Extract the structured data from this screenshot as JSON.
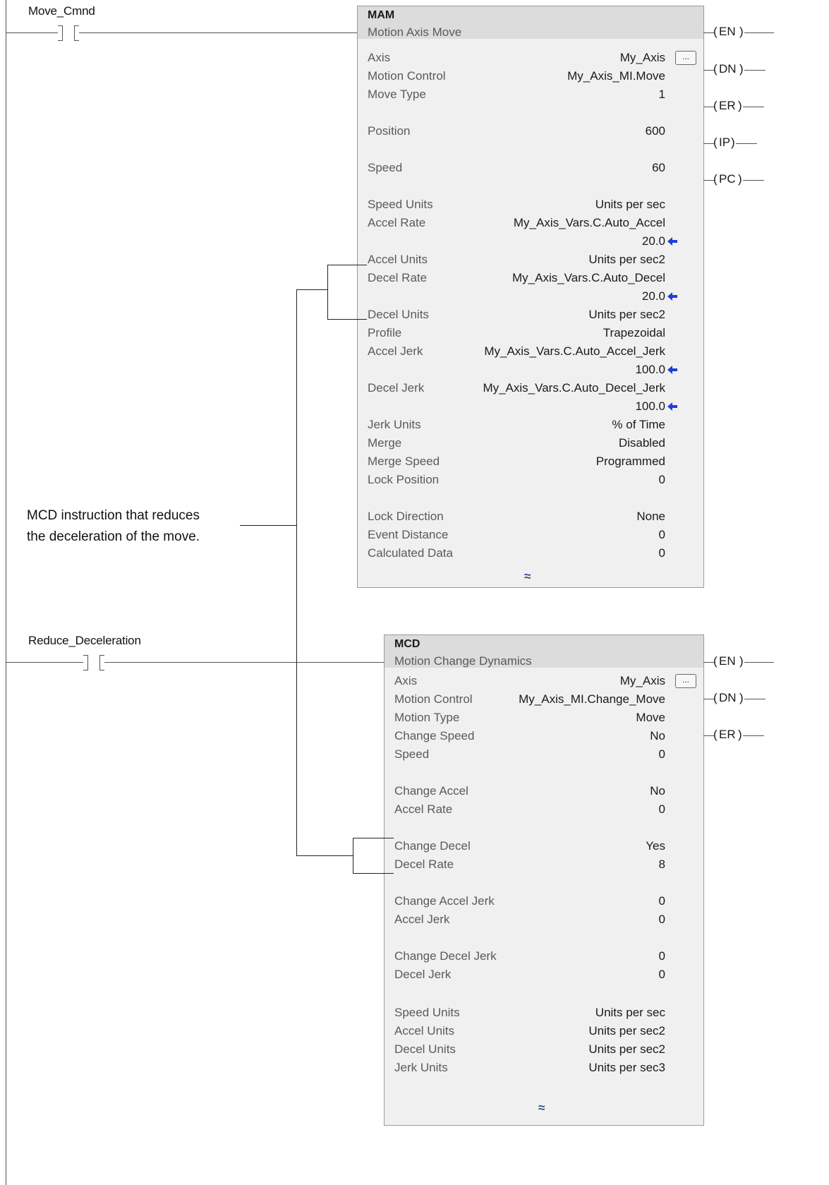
{
  "rungs": [
    {
      "contact_tag": "Move_Cmnd",
      "instruction": {
        "name": "MAM",
        "description": "Motion Axis Move",
        "params": [
          {
            "label": "Axis",
            "value": "My_Axis"
          },
          {
            "label": "Motion Control",
            "value": "My_Axis_MI.Move"
          },
          {
            "label": "Move Type",
            "value": "1"
          },
          {
            "label": "Position",
            "value": "600"
          },
          {
            "label": "Speed",
            "value": "60"
          },
          {
            "label": "Speed Units",
            "value": "Units per sec"
          },
          {
            "label": "Accel Rate",
            "value": "My_Axis_Vars.C.Auto_Accel",
            "sub_value": "20.0"
          },
          {
            "label": "Accel Units",
            "value": "Units per sec2"
          },
          {
            "label": "Decel Rate",
            "value": "My_Axis_Vars.C.Auto_Decel",
            "sub_value": "20.0"
          },
          {
            "label": "Decel Units",
            "value": "Units per sec2"
          },
          {
            "label": "Profile",
            "value": "Trapezoidal"
          },
          {
            "label": "Accel Jerk",
            "value": "My_Axis_Vars.C.Auto_Accel_Jerk",
            "sub_value": "100.0"
          },
          {
            "label": "Decel Jerk",
            "value": "My_Axis_Vars.C.Auto_Decel_Jerk",
            "sub_value": "100.0"
          },
          {
            "label": "Jerk Units",
            "value": "% of Time"
          },
          {
            "label": "Merge",
            "value": "Disabled"
          },
          {
            "label": "Merge Speed",
            "value": "Programmed"
          },
          {
            "label": "Lock Position",
            "value": "0"
          },
          {
            "label": "Lock Direction",
            "value": "None"
          },
          {
            "label": "Event Distance",
            "value": "0"
          },
          {
            "label": "Calculated Data",
            "value": "0"
          }
        ],
        "outputs": [
          "EN",
          "DN",
          "ER",
          "IP",
          "PC"
        ],
        "browse_label": "...",
        "collapse_glyph": "≈"
      }
    },
    {
      "contact_tag": "Reduce_Deceleration",
      "instruction": {
        "name": "MCD",
        "description": "Motion Change Dynamics",
        "params": [
          {
            "label": "Axis",
            "value": "My_Axis"
          },
          {
            "label": "Motion Control",
            "value": "My_Axis_MI.Change_Move"
          },
          {
            "label": "Motion Type",
            "value": "Move"
          },
          {
            "label": "Change Speed",
            "value": "No"
          },
          {
            "label": "Speed",
            "value": "0"
          },
          {
            "label": "Change Accel",
            "value": "No"
          },
          {
            "label": "Accel Rate",
            "value": "0"
          },
          {
            "label": "Change Decel",
            "value": "Yes"
          },
          {
            "label": "Decel Rate",
            "value": "8"
          },
          {
            "label": "Change Accel Jerk",
            "value": "0"
          },
          {
            "label": "Accel Jerk",
            "value": "0"
          },
          {
            "label": "Change Decel Jerk",
            "value": "0"
          },
          {
            "label": "Decel Jerk",
            "value": "0"
          },
          {
            "label": "Speed Units",
            "value": "Units per sec"
          },
          {
            "label": "Accel Units",
            "value": "Units per sec2"
          },
          {
            "label": "Decel Units",
            "value": "Units per sec2"
          },
          {
            "label": "Jerk Units",
            "value": "Units per sec3"
          }
        ],
        "outputs": [
          "EN",
          "DN",
          "ER"
        ],
        "browse_label": "...",
        "collapse_glyph": "≈"
      }
    }
  ],
  "callout": {
    "line1": "MCD instruction that reduces",
    "line2": "the deceleration of the move."
  },
  "colors": {
    "block_bg": "#f0f0f0",
    "block_header": "#dcdcdc",
    "arrow": "#1e3fd6",
    "wire": "#555555"
  }
}
